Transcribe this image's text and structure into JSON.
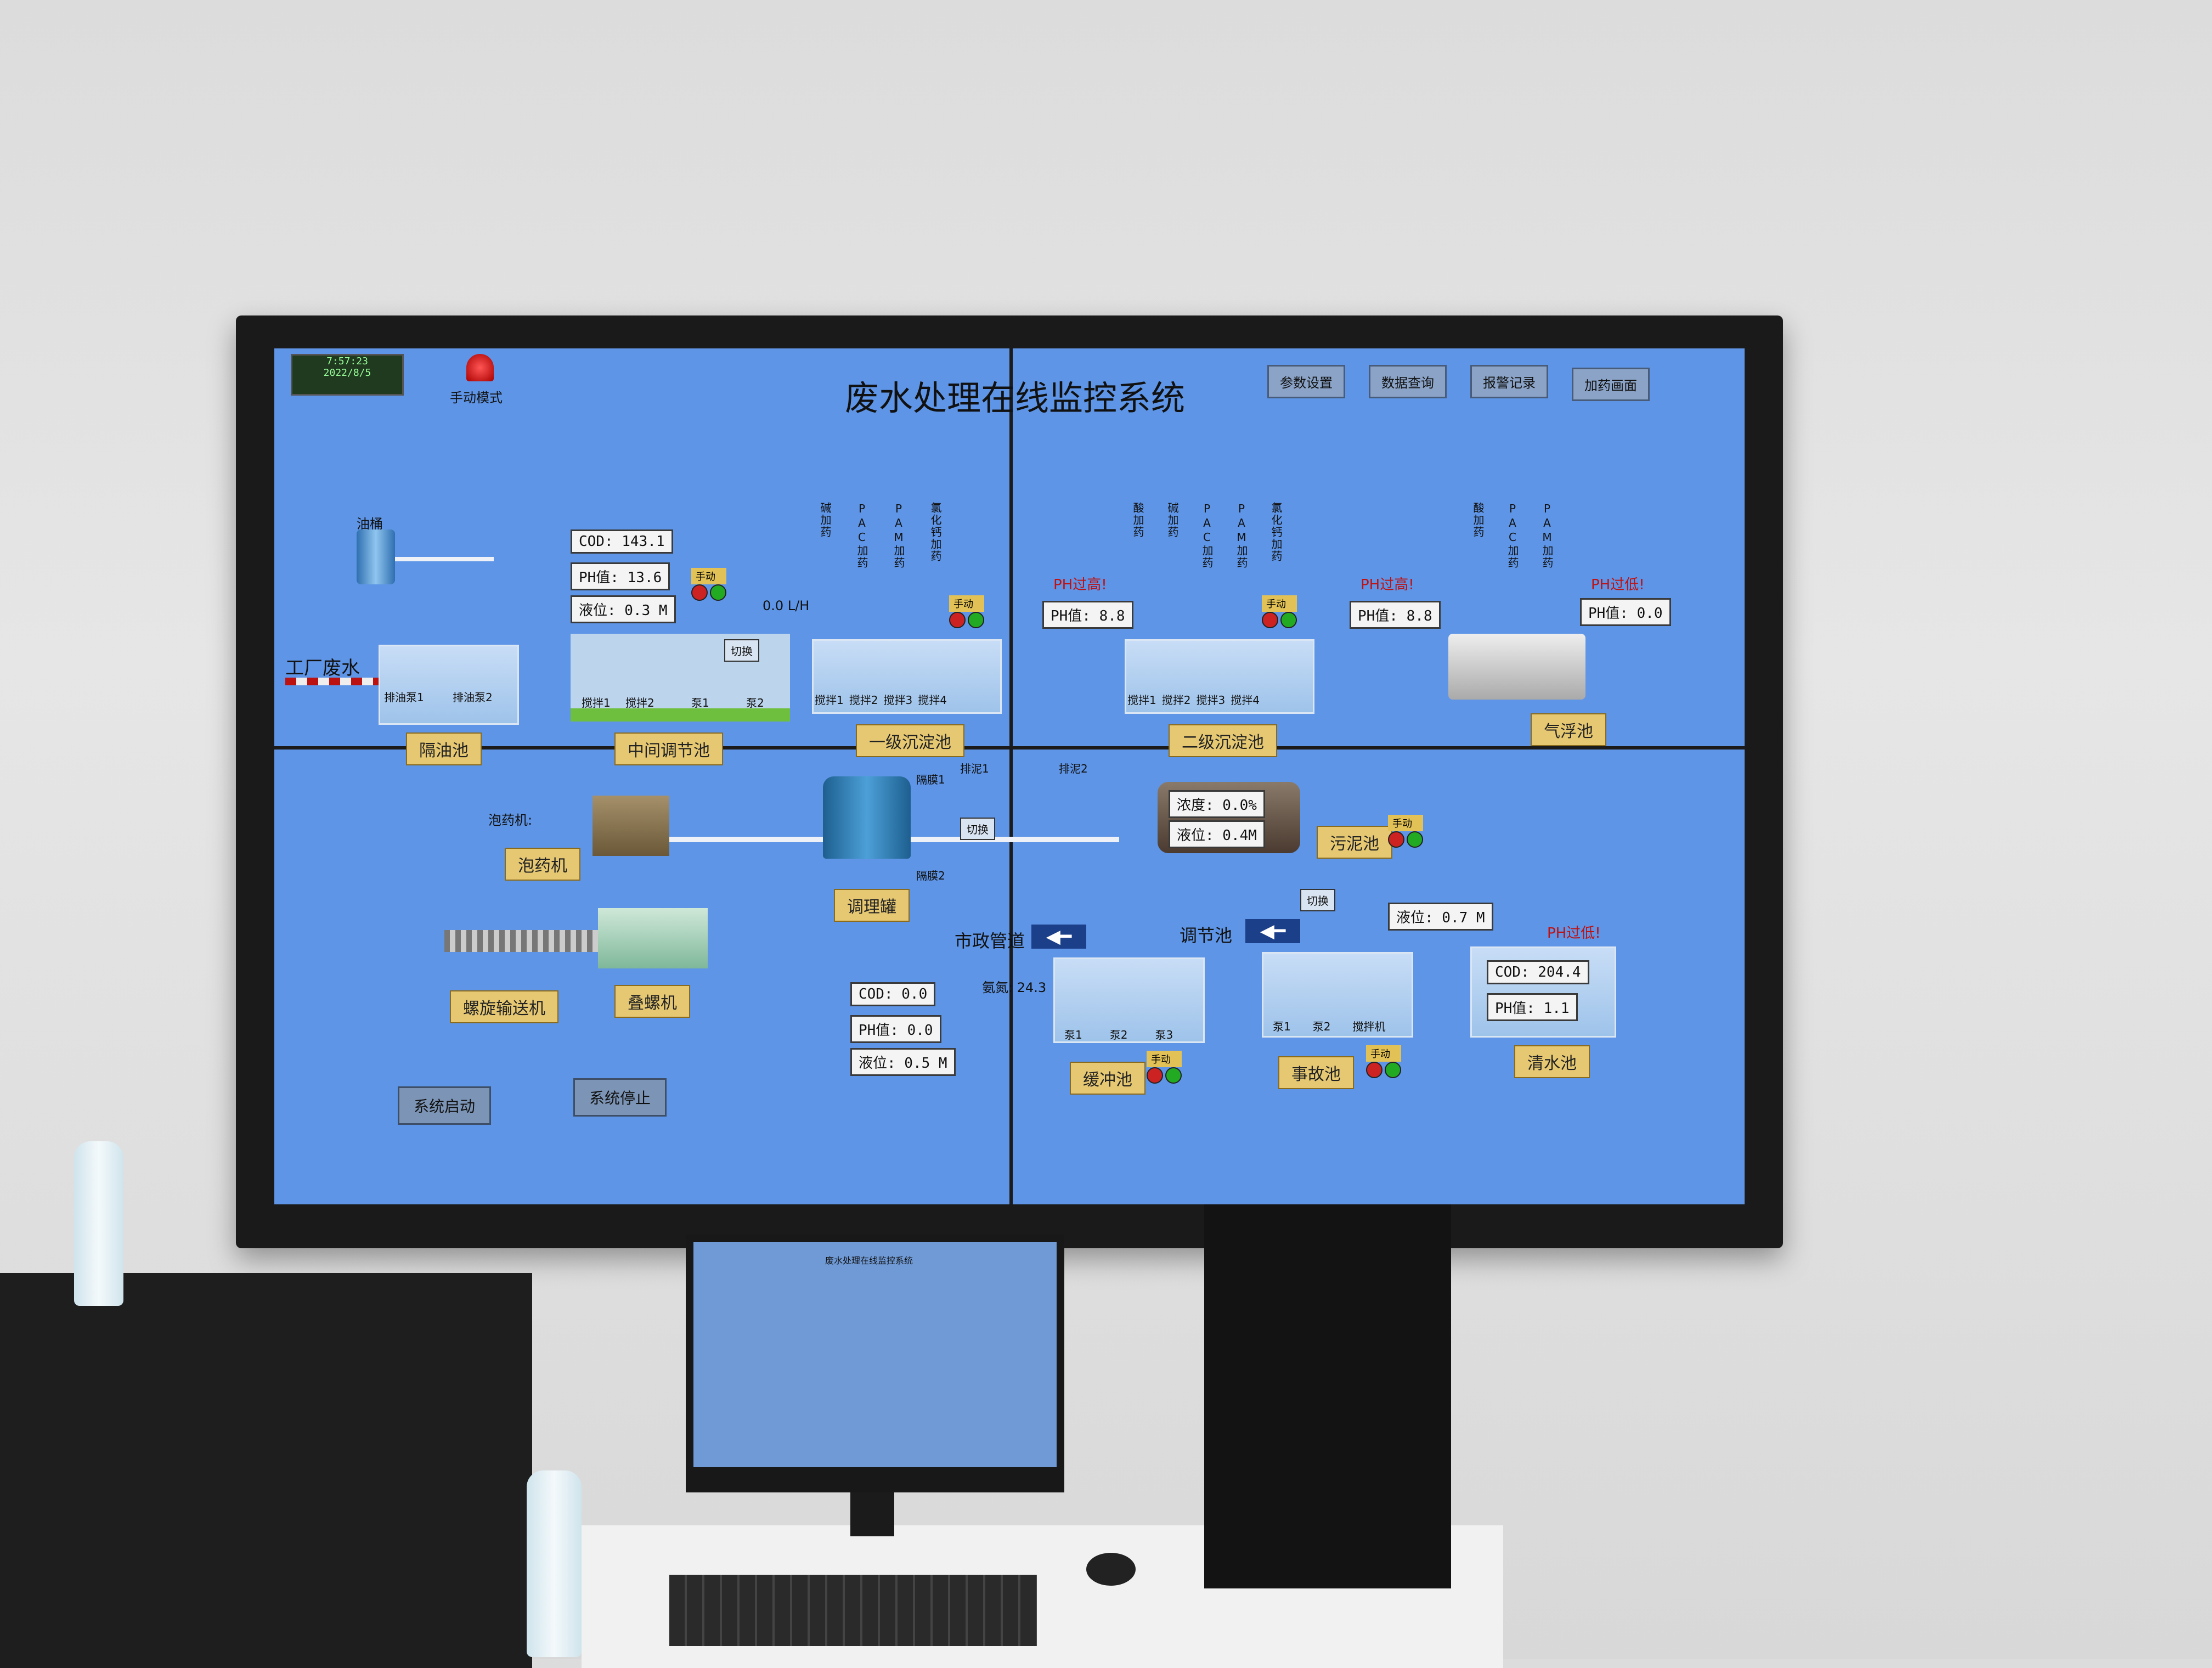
{
  "header": {
    "clock_time": "7:57:23",
    "clock_date": "2022/8/5",
    "mode": "手动模式",
    "title": "废水处理在线监控系统",
    "buttons": [
      "参数设置",
      "数据查询",
      "报警记录",
      "加药画面"
    ]
  },
  "top_left": {
    "oil_barrel": "油桶",
    "factory_water": "工厂废水",
    "pump_oil_1": "排油泵1",
    "pump_oil_2": "排油泵2",
    "oil_tank": "隔油池"
  },
  "mid_tank": {
    "cod": "COD: 143.1",
    "ph": "PH值: 13.6",
    "level": "液位: 0.3 M",
    "switch": "切换",
    "stirrer1": "搅拌1",
    "stirrer2": "搅拌2",
    "pump1": "泵1",
    "pump2": "泵2",
    "flow": "0.0 L/H",
    "name": "中间调节池",
    "hand": "手动"
  },
  "dosing_1": {
    "chems": [
      "碱加药",
      "PAC加药",
      "PAM加药",
      "氯化钙加药"
    ],
    "stirrers": [
      "搅拌1",
      "搅拌2",
      "搅拌3",
      "搅拌4"
    ],
    "name": "一级沉淀池",
    "ph": "PH值: 8.8",
    "alarm": "PH过高!",
    "hand": "手动"
  },
  "dosing_2": {
    "chems": [
      "酸加药",
      "碱加药",
      "PAC加药",
      "PAM加药",
      "氯化钙加药"
    ],
    "stirrers": [
      "搅拌1",
      "搅拌2",
      "搅拌3",
      "搅拌4"
    ],
    "name": "二级沉淀池",
    "ph": "PH值: 8.8",
    "alarm": "PH过高!",
    "hand": "手动"
  },
  "float_tank": {
    "chems": [
      "酸加药",
      "PAC加药",
      "PAM加药"
    ],
    "ph": "PH值: 0.0",
    "alarm": "PH过低!",
    "name": "气浮池"
  },
  "sludge": {
    "drain1": "排泥1",
    "drain2": "排泥2",
    "conc": "浓度: 0.0%",
    "level": "液位: 0.4M",
    "name": "污泥池",
    "hand": "手动"
  },
  "lower_left": {
    "dosing_machine_label": "泡药机:",
    "dosing_machine": "泡药机",
    "conditioning_tank": "调理罐",
    "diaphragm1": "隔膜1",
    "diaphragm2": "隔膜2",
    "switch": "切换",
    "screw_conveyor": "螺旋输送机",
    "stacked_screw": "叠螺机",
    "start": "系统启动",
    "stop": "系统停止"
  },
  "lower_right": {
    "municipal": "市政管道",
    "adjust": "调节池",
    "switch": "切换",
    "level": "液位: 0.7 M",
    "cod": "COD: 0.0",
    "ph": "PH值: 0.0",
    "level2": "液位: 0.5 M",
    "ammonia": "氨氮: 24.3",
    "buffer_pumps": [
      "泵1",
      "泵2",
      "泵3"
    ],
    "buffer": "缓冲池",
    "emergency_pumps": [
      "泵1",
      "泵2",
      "搅拌机"
    ],
    "emergency": "事故池",
    "clear_cod": "COD: 204.4",
    "clear_ph": "PH值: 1.1",
    "clear_alarm": "PH过低!",
    "clear": "清水池",
    "hand": "手动"
  },
  "small_monitor": {
    "title": "废水处理在线监控系统"
  }
}
